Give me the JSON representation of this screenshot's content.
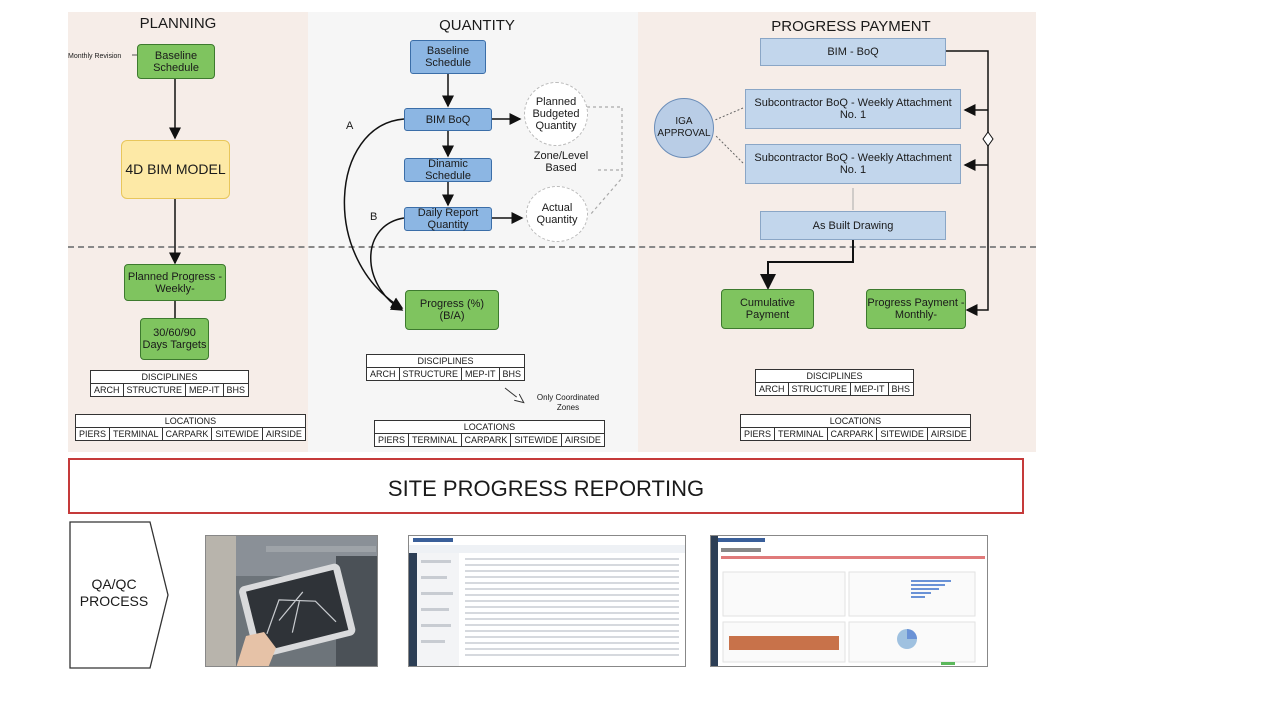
{
  "planning": {
    "title": "PLANNING",
    "monthly_revision": "Monthly Revision",
    "baseline_schedule": "Baseline Schedule",
    "bim_model": "4D BIM MODEL",
    "planned_progress": "Planned Progress -Weekly-",
    "targets": "30/60/90 Days Targets",
    "disciplines_title": "DISCIPLINES",
    "disciplines": [
      "ARCH",
      "STRUCTURE",
      "MEP-IT",
      "BHS"
    ],
    "locations_title": "LOCATIONS",
    "locations": [
      "PIERS",
      "TERMINAL",
      "CARPARK",
      "SITEWIDE",
      "AIRSIDE"
    ]
  },
  "quantity": {
    "title": "QUANTITY",
    "baseline_schedule": "Baseline Schedule",
    "bim_boq": "BIM BoQ",
    "dinamic_schedule": "Dinamic Schedule",
    "daily_report": "Daily Report Quantity",
    "planned_budgeted": "Planned Budgeted Quantity",
    "zone_level": "Zone/Level Based",
    "actual_quantity": "Actual Quantity",
    "label_a": "A",
    "label_b": "B",
    "progress": "Progress (%) (B/A)",
    "disciplines_title": "DISCIPLINES",
    "disciplines": [
      "ARCH",
      "STRUCTURE",
      "MEP-IT",
      "BHS"
    ],
    "only_coordinated": "Only Coordinated Zones",
    "locations_title": "LOCATIONS",
    "locations": [
      "PIERS",
      "TERMINAL",
      "CARPARK",
      "SITEWIDE",
      "AIRSIDE"
    ]
  },
  "payment": {
    "title": "PROGRESS PAYMENT",
    "bim_boq": "BIM - BoQ",
    "iga": "IGA APPROVAL",
    "sub1": "Subcontractor BoQ - Weekly Attachment No. 1",
    "sub2": "Subcontractor BoQ - Weekly Attachment No. 1",
    "as_built": "As Built Drawing",
    "cumulative": "Cumulative Payment",
    "progress_payment": "Progress Payment -Monthly-",
    "disciplines_title": "DISCIPLINES",
    "disciplines": [
      "ARCH",
      "STRUCTURE",
      "MEP-IT",
      "BHS"
    ],
    "locations_title": "LOCATIONS",
    "locations": [
      "PIERS",
      "TERMINAL",
      "CARPARK",
      "SITEWIDE",
      "AIRSIDE"
    ]
  },
  "reporting": {
    "banner": "SITE PROGRESS REPORTING",
    "qaqc": "QA/QC PROCESS"
  },
  "colors": {
    "green": "#7fc45f",
    "blue": "#8cb6e3",
    "light_blue": "#c2d6ec",
    "yellow": "#fde9a6",
    "banner_border": "#c53a3a"
  }
}
